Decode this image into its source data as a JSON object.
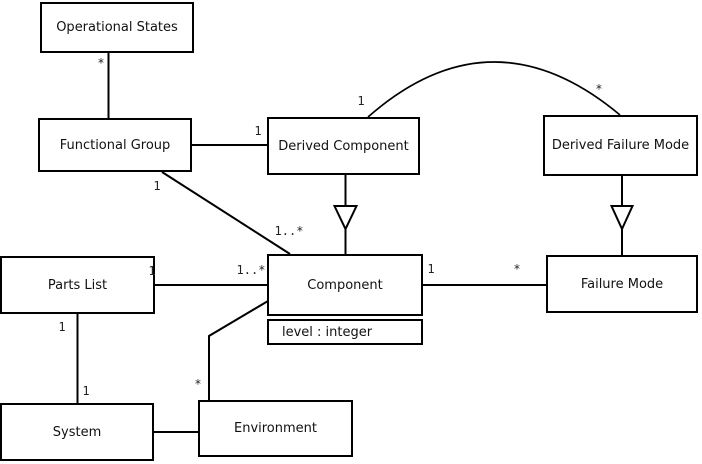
{
  "diagram": {
    "boxes": {
      "operational_states": {
        "label": "Operational States"
      },
      "functional_group": {
        "label": "Functional Group"
      },
      "derived_component": {
        "label": "Derived Component"
      },
      "derived_failure_mode": {
        "label": "Derived Failure Mode"
      },
      "parts_list": {
        "label": "Parts List"
      },
      "component": {
        "label": "Component",
        "attribute": "level : integer"
      },
      "failure_mode": {
        "label": "Failure Mode"
      },
      "system": {
        "label": "System"
      },
      "environment": {
        "label": "Environment"
      }
    },
    "multiplicities": {
      "os_fg_star": "*",
      "fg_dc_one": "1",
      "fg_comp_one": "1",
      "fg_comp_many": "1..*",
      "dc_dfm_one": "1",
      "dc_dfm_star": "*",
      "pl_comp_one": "1",
      "pl_comp_many": "1..*",
      "comp_fm_one": "1",
      "comp_fm_star": "*",
      "pl_sys_one_top": "1",
      "pl_sys_one_bottom": "1",
      "comp_env_star": "*"
    },
    "colors": {
      "line": "#000000",
      "box_fill": "#ffffff",
      "text": "#111111"
    }
  }
}
